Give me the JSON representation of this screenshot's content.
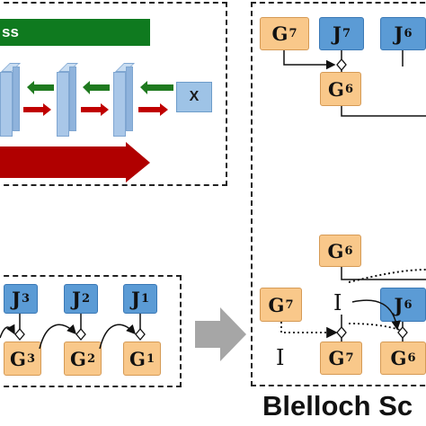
{
  "top_left": {
    "banner_text": "ss",
    "x_box": "X"
  },
  "bottom_left": {
    "top_row": [
      {
        "letter": "J",
        "sub": "3"
      },
      {
        "letter": "J",
        "sub": "2"
      },
      {
        "letter": "J",
        "sub": "1"
      }
    ],
    "bottom_row": [
      {
        "letter": "G",
        "sub": "3"
      },
      {
        "letter": "G",
        "sub": "2"
      },
      {
        "letter": "G",
        "sub": "1"
      }
    ]
  },
  "right": {
    "upper": {
      "g7": {
        "letter": "G",
        "sub": "7"
      },
      "j7": {
        "letter": "J",
        "sub": "7"
      },
      "j6": {
        "letter": "J",
        "sub": "6"
      },
      "g6": {
        "letter": "G",
        "sub": "6"
      }
    },
    "lower": {
      "g6_top": {
        "letter": "G",
        "sub": "6"
      },
      "g7_mid": {
        "letter": "G",
        "sub": "7"
      },
      "identity_mid": "I",
      "j6_mid": {
        "letter": "J",
        "sub": "6"
      },
      "identity_bottom": "I",
      "g7_bottom": {
        "letter": "G",
        "sub": "7"
      },
      "g6_bottom": {
        "letter": "G",
        "sub": "6"
      }
    },
    "caption": "Blelloch Sc"
  },
  "colors": {
    "g_node": "#f9c88a",
    "j_node": "#5b9bd5",
    "banner": "#0f7a1f",
    "backward_arrow": "#1f7a1f",
    "forward_arrow": "#c00000",
    "big_arrow": "#b00000",
    "transition_arrow": "#a6a6a6"
  }
}
